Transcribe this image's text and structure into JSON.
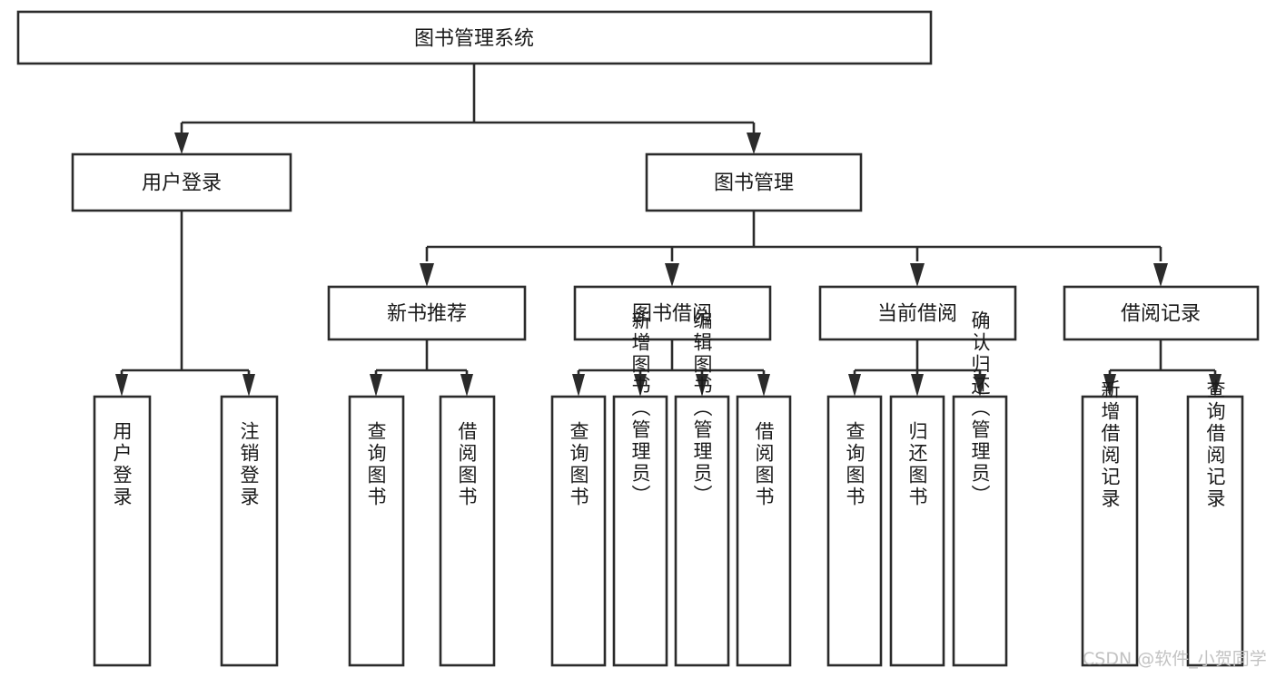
{
  "diagram": {
    "title": "图书管理系统",
    "type": "tree",
    "orientation": "top-down",
    "colors": {
      "stroke": "#2b2b2b",
      "fill": "#ffffff",
      "text": "#1a1a1a",
      "background": "#ffffff",
      "watermark": "#c2c2c2"
    },
    "nodes": {
      "root": {
        "label": "图书管理系统"
      },
      "level1": [
        {
          "id": "user-login",
          "label": "用户登录"
        },
        {
          "id": "book-manage",
          "label": "图书管理"
        }
      ],
      "level2": [
        {
          "id": "new-book-recommend",
          "label": "新书推荐",
          "parent": "book-manage"
        },
        {
          "id": "book-borrow",
          "label": "图书借阅",
          "parent": "book-manage"
        },
        {
          "id": "current-borrow",
          "label": "当前借阅",
          "parent": "book-manage"
        },
        {
          "id": "borrow-record",
          "label": "借阅记录",
          "parent": "book-manage"
        }
      ],
      "leaves": {
        "user-login": [
          {
            "id": "leaf-user-login",
            "label": "用户登录"
          },
          {
            "id": "leaf-user-logout",
            "label": "注销登录"
          }
        ],
        "new-book-recommend": [
          {
            "id": "leaf-query-book-1",
            "label": "查询图书"
          },
          {
            "id": "leaf-borrow-book-1",
            "label": "借阅图书"
          }
        ],
        "book-borrow": [
          {
            "id": "leaf-query-book-2",
            "label": "查询图书"
          },
          {
            "id": "leaf-add-book",
            "label": "新增图书（管理员）"
          },
          {
            "id": "leaf-edit-book",
            "label": "编辑图书（管理员）"
          },
          {
            "id": "leaf-borrow-book-2",
            "label": "借阅图书"
          }
        ],
        "current-borrow": [
          {
            "id": "leaf-query-book-3",
            "label": "查询图书"
          },
          {
            "id": "leaf-return-book",
            "label": "归还图书"
          },
          {
            "id": "leaf-confirm-return",
            "label": "确认归还（管理员）"
          }
        ],
        "borrow-record": [
          {
            "id": "leaf-add-record",
            "label": "新增借阅记录"
          },
          {
            "id": "leaf-query-record",
            "label": "查询借阅记录"
          }
        ]
      }
    }
  },
  "watermark": {
    "text": "CSDN @软件_小贺同学"
  }
}
